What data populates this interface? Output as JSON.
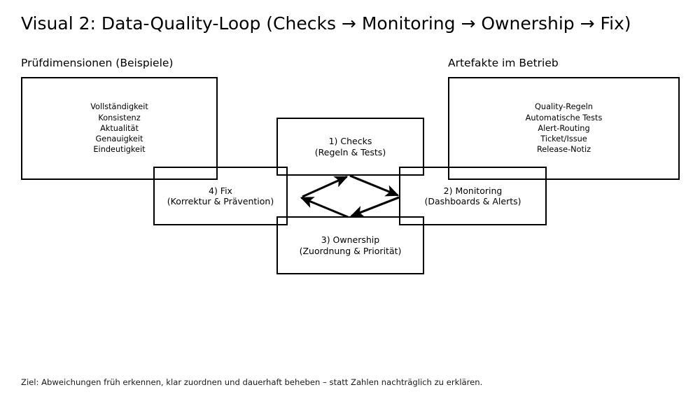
{
  "title": "Visual 2: Data-Quality-Loop (Checks → Monitoring → Ownership → Fix)",
  "panels": {
    "left": {
      "header": "Prüfdimensionen (Beispiele)",
      "items": "Vollständigkeit\nKonsistenz\nAktualität\nGenauigkeit\nEindeutigkeit"
    },
    "right": {
      "header": "Artefakte im Betrieb",
      "items": "Quality-Regeln\nAutomatische Tests\nAlert-Routing\nTicket/Issue\nRelease-Notiz"
    }
  },
  "cycle": {
    "checks": "1) Checks\n(Regeln & Tests)",
    "monitoring": "2) Monitoring\n(Dashboards & Alerts)",
    "ownership": "3) Ownership\n(Zuordnung & Priorität)",
    "fix": "4) Fix\n(Korrektur & Prävention)"
  },
  "footnote": "Ziel: Abweichungen früh erkennen, klar zuordnen und dauerhaft beheben – statt Zahlen nachträglich zu erklären.",
  "colors": {
    "stroke": "#000000",
    "background": "#ffffff",
    "text": "#000000"
  }
}
